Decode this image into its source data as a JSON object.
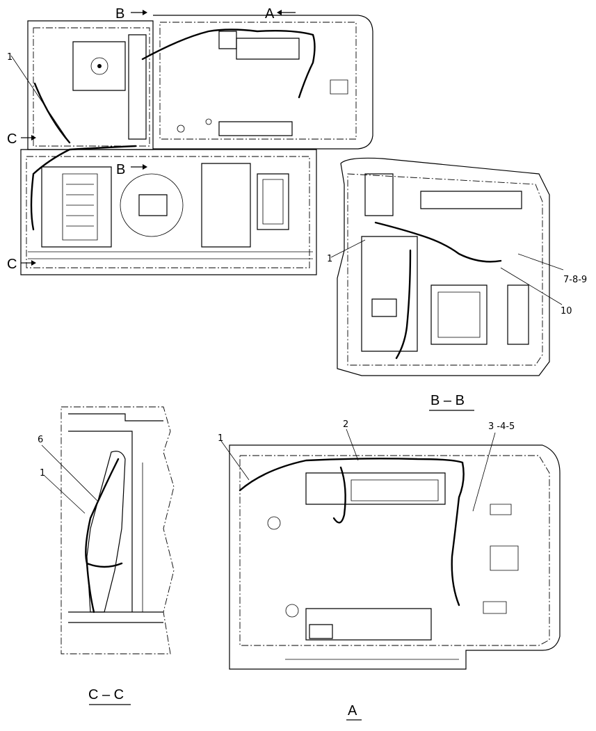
{
  "view_markers": {
    "b_top": "B",
    "a_top": "A",
    "b_mid": "B",
    "c_upper": "C",
    "c_lower": "C"
  },
  "section_titles": {
    "bb": "B – B",
    "cc": "C – C",
    "a": "A"
  },
  "callouts": {
    "main_1": "1",
    "bb_1": "1",
    "bb_789": "7-8-9",
    "bb_10": "10",
    "cc_6": "6",
    "cc_1": "1",
    "a_1": "1",
    "a_2": "2",
    "a_345": "3 -4-5"
  }
}
